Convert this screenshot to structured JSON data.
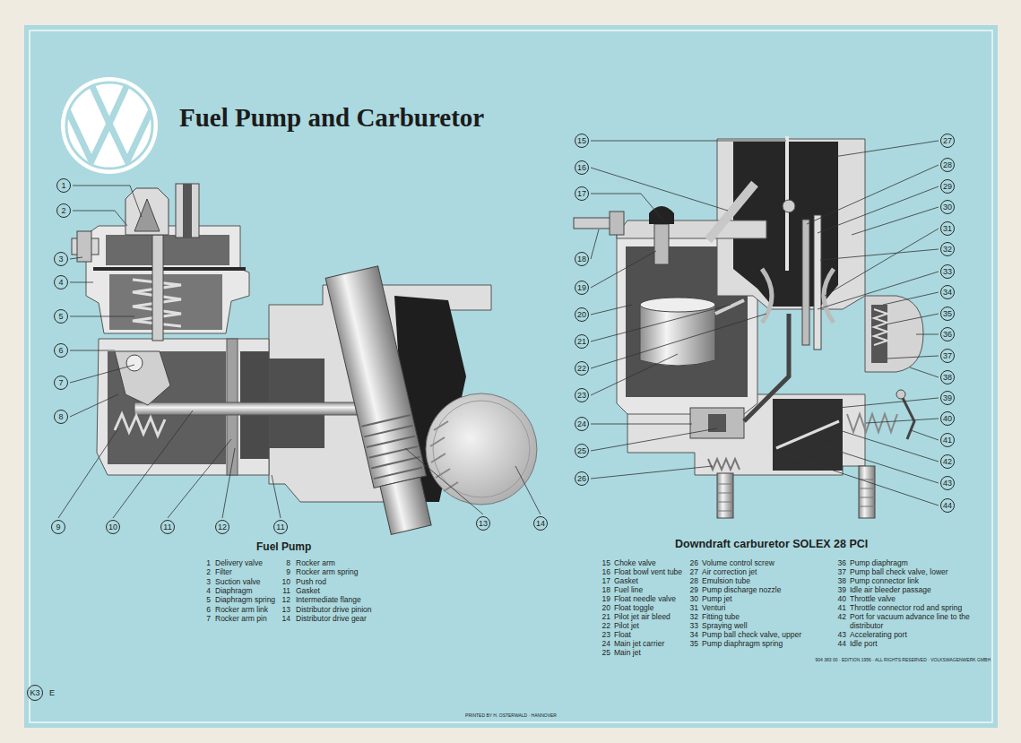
{
  "diagram": {
    "title": "Fuel Pump and Carburetor",
    "nodes": [
      {
        "text": [
          "1"
        ]
      },
      {
        "text": [
          "2"
        ]
      },
      {
        "text": [
          "3"
        ]
      },
      {
        "text": [
          "4"
        ]
      },
      {
        "text": [
          "5"
        ]
      },
      {
        "text": [
          "6"
        ]
      },
      {
        "text": [
          "7"
        ]
      },
      {
        "text": [
          "8"
        ]
      },
      {
        "text": [
          "9"
        ]
      },
      {
        "text": [
          "10"
        ]
      },
      {
        "text": [
          "11"
        ]
      },
      {
        "text": [
          "12"
        ]
      },
      {
        "text": [
          "11"
        ]
      },
      {
        "text": [
          "13"
        ]
      },
      {
        "text": [
          "14"
        ]
      },
      {
        "text": [
          "15"
        ]
      },
      {
        "text": [
          "16"
        ]
      },
      {
        "text": [
          "17"
        ]
      },
      {
        "text": [
          "18"
        ]
      },
      {
        "text": [
          "19"
        ]
      },
      {
        "text": [
          "20"
        ]
      },
      {
        "text": [
          "21"
        ]
      },
      {
        "text": [
          "22"
        ]
      },
      {
        "text": [
          "23"
        ]
      },
      {
        "text": [
          "24"
        ]
      },
      {
        "text": [
          "25"
        ]
      },
      {
        "text": [
          "26"
        ]
      },
      {
        "text": [
          "27"
        ]
      },
      {
        "text": [
          "28"
        ]
      },
      {
        "text": [
          "29"
        ]
      },
      {
        "text": [
          "30"
        ]
      },
      {
        "text": [
          "31"
        ]
      },
      {
        "text": [
          "32"
        ]
      },
      {
        "text": [
          "33"
        ]
      },
      {
        "text": [
          "34"
        ]
      },
      {
        "text": [
          "35"
        ]
      },
      {
        "text": [
          "36"
        ]
      },
      {
        "text": [
          "37"
        ]
      },
      {
        "text": [
          "38"
        ]
      },
      {
        "text": [
          "39"
        ]
      },
      {
        "text": [
          "40"
        ]
      },
      {
        "text": [
          "41"
        ]
      },
      {
        "text": [
          "42"
        ]
      },
      {
        "text": [
          "43"
        ]
      },
      {
        "text": [
          "44"
        ]
      },
      {
        "text": [
          "K3"
        ]
      }
    ],
    "labels": [
      "Fuel Pump",
      "1",
      "Delivery valve",
      "2",
      "Filter",
      "3",
      "Suction valve",
      "4",
      "Diaphragm",
      "5",
      "Diaphragm spring",
      "6",
      "Rocker arm link",
      "7",
      "Rocker arm pin",
      "8",
      "Rocker arm",
      "9",
      "Rocker arm spring",
      "10",
      "Push rod",
      "11",
      "Gasket",
      "12",
      "Intermediate flange",
      "13",
      "Distributor drive pinion",
      "14",
      "Distributor drive gear",
      "Downdraft carburetor SOLEX 28 PCI",
      "15",
      "Choke valve",
      "16",
      "Float bowl vent tube",
      "17",
      "Gasket",
      "18",
      "Fuel line",
      "19",
      "Float needle valve",
      "20",
      "Float toggle",
      "21",
      "Pilot jet air bleed",
      "22",
      "Pilot jet",
      "23",
      "Float",
      "24",
      "Main jet carrier",
      "25",
      "Main jet",
      "26",
      "Volume control screw",
      "27",
      "Air correction jet",
      "28",
      "Emulsion tube",
      "29",
      "Pump discharge nozzle",
      "30",
      "Pump jet",
      "31",
      "Venturi",
      "32",
      "Fitting tube",
      "33",
      "Spraying well",
      "34",
      "Pump ball check valve, upper",
      "35",
      "Pump diaphragm spring",
      "36",
      "Pump diaphragm",
      "37",
      "Pump ball check valve, lower",
      "38",
      "Pump connector link",
      "39",
      "Idle air bleeder passage",
      "40",
      "Throttle valve",
      "41",
      "Throttle connector rod and spring",
      "42",
      "Port for vacuum advance line to the distributor",
      "43",
      "Accelerating port",
      "44",
      "Idle port",
      "E",
      "904 383 00 · EDITION 1956 · ALL RIGHTS RESERVED · VOLKSWAGENWERK GMBH",
      "PRINTED BY H. OSTERWALD · HANNOVER"
    ]
  }
}
